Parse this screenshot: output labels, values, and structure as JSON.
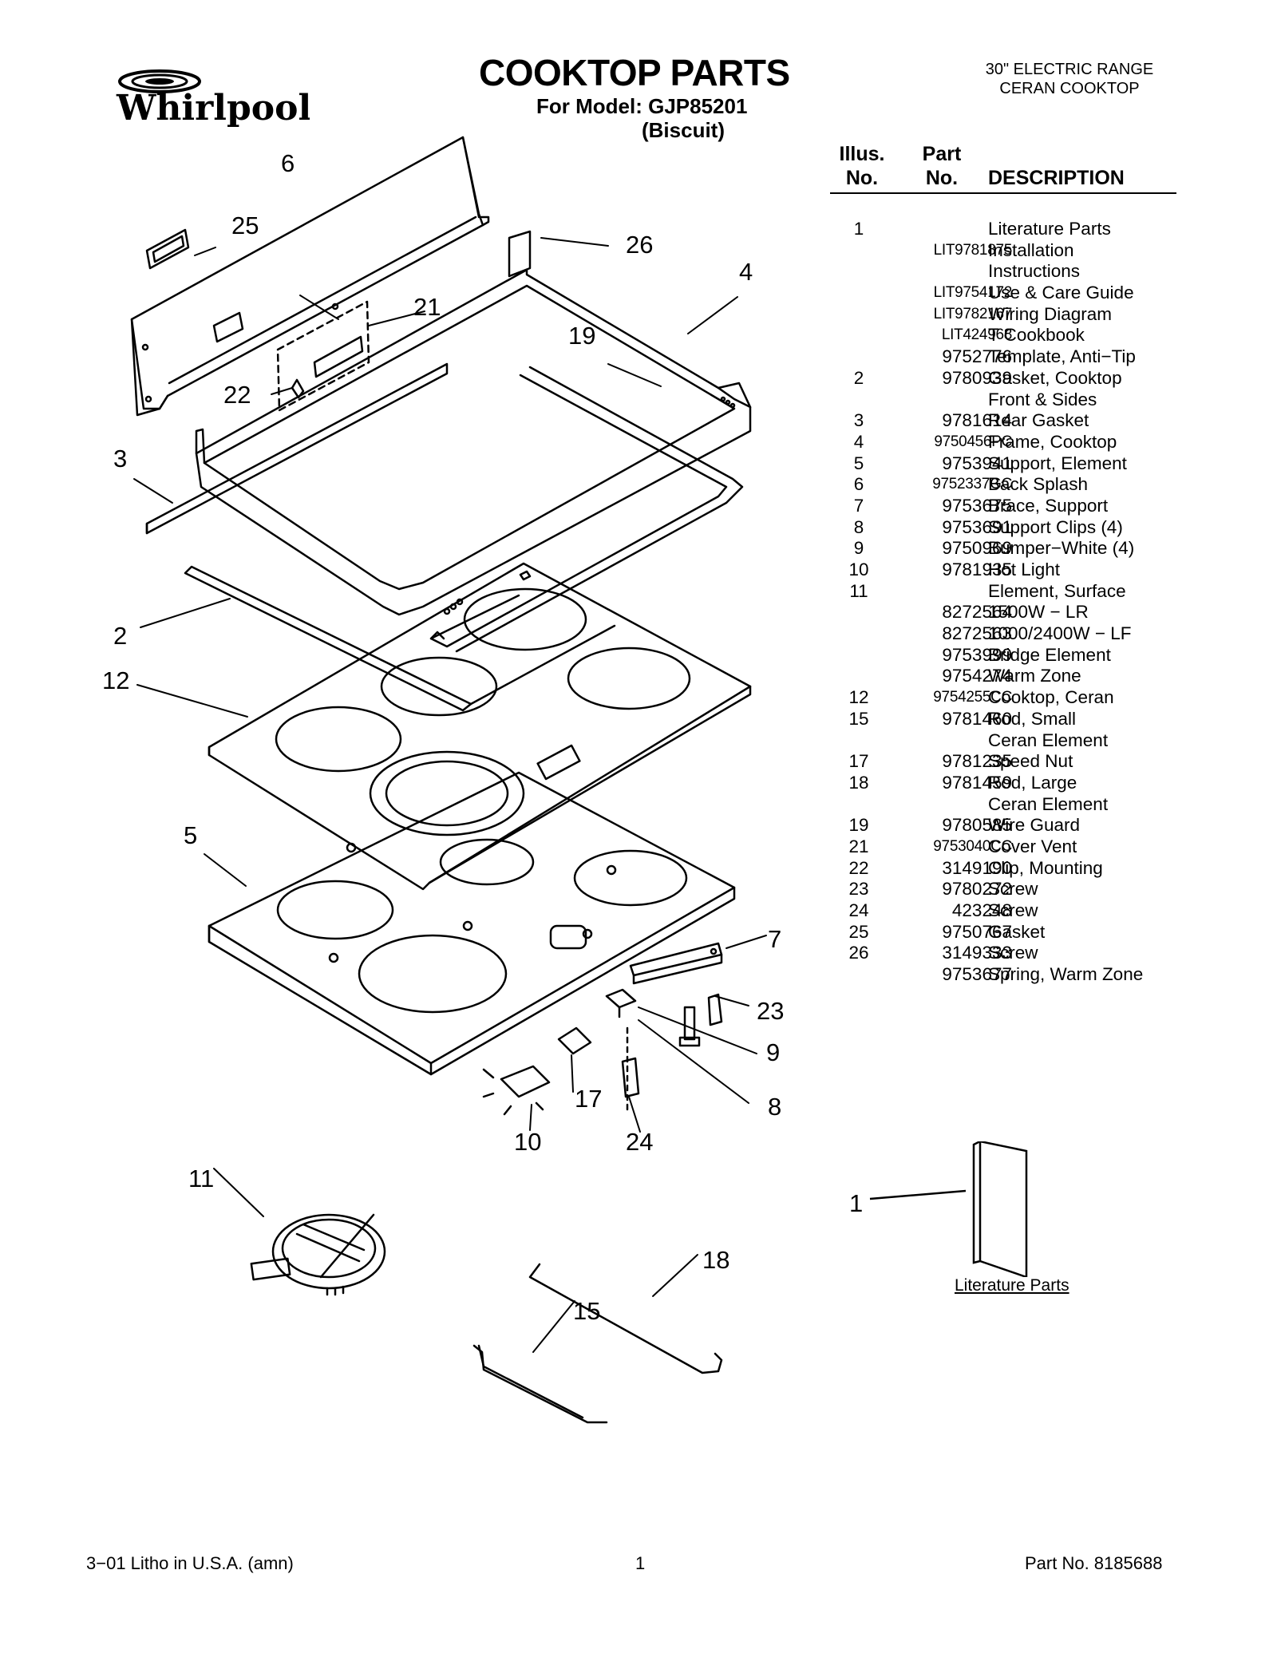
{
  "brand": "Whirlpool",
  "header": {
    "title": "COOKTOP PARTS",
    "model": "For Model: GJP85201",
    "color": "(Biscuit)",
    "range_type_line1": "30\" ELECTRIC RANGE",
    "range_type_line2": "CERAN COOKTOP"
  },
  "table": {
    "col_illus_1": "Illus.",
    "col_illus_2": "No.",
    "col_part_1": "Part",
    "col_part_2": "No.",
    "col_desc": "DESCRIPTION",
    "rows": [
      {
        "illus": "1",
        "part": "",
        "desc": "Literature Parts"
      },
      {
        "illus": "",
        "part": "LIT9781875",
        "desc": "Installation"
      },
      {
        "illus": "",
        "part": "",
        "desc": "Instructions"
      },
      {
        "illus": "",
        "part": "LIT9754172",
        "desc": "Use & Care Guide"
      },
      {
        "illus": "",
        "part": "LIT9782167",
        "desc": "Wiring Diagram"
      },
      {
        "illus": "",
        "part": "LIT424968",
        "desc": "T Cookbook"
      },
      {
        "illus": "",
        "part": "9752776",
        "desc": "Template, Anti−Tip"
      },
      {
        "illus": "2",
        "part": "9780939",
        "desc": "Gasket, Cooktop"
      },
      {
        "illus": "",
        "part": "",
        "desc": "Front & Sides"
      },
      {
        "illus": "3",
        "part": "9781614",
        "desc": "Rear Gasket"
      },
      {
        "illus": "4",
        "part": "9750456PC",
        "desc": "Frame, Cooktop"
      },
      {
        "illus": "5",
        "part": "9753941",
        "desc": "Support, Element"
      },
      {
        "illus": "6",
        "part": "9752337GC",
        "desc": "Back Splash"
      },
      {
        "illus": "7",
        "part": "9753675",
        "desc": "Brace, Support"
      },
      {
        "illus": "8",
        "part": "9753691",
        "desc": "Support Clips (4)"
      },
      {
        "illus": "9",
        "part": "9750969",
        "desc": "Bumper−White (4)"
      },
      {
        "illus": "10",
        "part": "9781935",
        "desc": "Hot Light"
      },
      {
        "illus": "11",
        "part": "",
        "desc": "Element, Surface"
      },
      {
        "illus": "",
        "part": "8272564",
        "desc": "1500W − LR"
      },
      {
        "illus": "",
        "part": "8272563",
        "desc": "1000/2400W − LF"
      },
      {
        "illus": "",
        "part": "9753999",
        "desc": "Bridge Element"
      },
      {
        "illus": "",
        "part": "9754274",
        "desc": "Warm Zone"
      },
      {
        "illus": "12",
        "part": "9754255CC",
        "desc": "Cooktop, Ceran"
      },
      {
        "illus": "15",
        "part": "9781460",
        "desc": "Rod, Small"
      },
      {
        "illus": "",
        "part": "",
        "desc": "Ceran Element"
      },
      {
        "illus": "17",
        "part": "9781235",
        "desc": "Speed Nut"
      },
      {
        "illus": "18",
        "part": "9781459",
        "desc": "Rod, Large"
      },
      {
        "illus": "",
        "part": "",
        "desc": "Ceran Element"
      },
      {
        "illus": "19",
        "part": "9780585",
        "desc": "Wire Guard"
      },
      {
        "illus": "21",
        "part": "9753040CC",
        "desc": "Cover Vent"
      },
      {
        "illus": "22",
        "part": "3149190",
        "desc": "Clip, Mounting"
      },
      {
        "illus": "23",
        "part": "9780272",
        "desc": "Screw"
      },
      {
        "illus": "24",
        "part": "423248",
        "desc": "Screw"
      },
      {
        "illus": "25",
        "part": "9750767",
        "desc": "Gasket"
      },
      {
        "illus": "26",
        "part": "3149333",
        "desc": "Screw"
      },
      {
        "illus": "",
        "part": "9753677",
        "desc": "Spring, Warm Zone"
      }
    ]
  },
  "diagram": {
    "callouts": [
      "6",
      "25",
      "26",
      "4",
      "21",
      "19",
      "22",
      "3",
      "2",
      "12",
      "5",
      "7",
      "23",
      "9",
      "8",
      "17",
      "10",
      "24",
      "11",
      "18",
      "15"
    ],
    "literature_callout": "1",
    "literature_label": "Literature Parts"
  },
  "footer": {
    "left": "3−01 Litho in U.S.A. (amn)",
    "page": "1",
    "right": "Part No. 8185688"
  }
}
